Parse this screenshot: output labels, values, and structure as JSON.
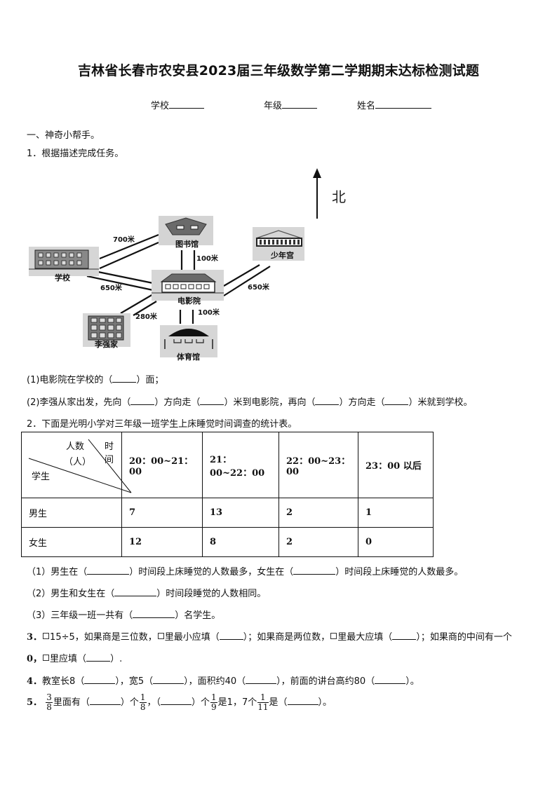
{
  "title": "吉林省长春市农安县2023届三年级数学第二学期期末达标检测试题",
  "info": {
    "school_label": "学校",
    "grade_label": "年级",
    "name_label": "姓名"
  },
  "section1": {
    "heading": "一、神奇小帮手。"
  },
  "q1": {
    "prompt": "1．根据描述完成任务。",
    "map": {
      "north_label": "北",
      "buildings": {
        "library": "图书馆",
        "youth_palace": "少年宫",
        "school": "学校",
        "cinema": "电影院",
        "liqiang_home": "李强家",
        "gym": "体育馆"
      },
      "distances": {
        "school_library": "700米",
        "library_cinema": "100米",
        "school_cinema": "650米",
        "cinema_youth_palace": "650米",
        "home_cinema": "280米",
        "cinema_gym": "100米"
      }
    },
    "sub1": {
      "a": "(1)电影院在学校的（",
      "b": "）面；"
    },
    "sub2": {
      "a": "(2)李强从家出发，先向（",
      "b": "）方向走（",
      "c": "）米到电影院，再向（",
      "d": "）方向走（",
      "e": "）米就到学校。"
    }
  },
  "q2": {
    "prompt": "2．下面是光明小学对三年级一班学生上床睡觉时间调查的统计表。",
    "table": {
      "header_corner": {
        "time": "时间",
        "count": "人数",
        "unit": "（人）",
        "student": "学生"
      },
      "columns": [
        "20：00~21：00",
        "21：00~22：00",
        "22：00~23：00",
        "23：00 以后"
      ],
      "rows": [
        {
          "label": "男生",
          "values": [
            "7",
            "13",
            "2",
            "1"
          ]
        },
        {
          "label": "女生",
          "values": [
            "12",
            "8",
            "2",
            "0"
          ]
        }
      ]
    },
    "sub1": {
      "a": "（1）男生在（",
      "b": "）时间段上床睡觉的人数最多，女生在（",
      "c": "）时间段上床睡觉的人数最多。"
    },
    "sub2": {
      "a": "（2）男生和女生在（",
      "b": "）时间段睡觉的人数相同。"
    },
    "sub3": {
      "a": "（3）三年级一班一共有（",
      "b": "）名学生。"
    }
  },
  "q3": {
    "num": "3．",
    "p1": "15÷5，如果商是三位数，",
    "p2": "里最小应填（",
    "p3": "）；如果商是两位数，",
    "p4": "里最大应填（",
    "p5": "）；如果商的中间有一个",
    "p6": "0，",
    "p7": "里应填（",
    "p8": "）."
  },
  "q4": {
    "num": "4．",
    "a": "教室长8（",
    "b": "），宽5（",
    "c": "），面积约40（",
    "d": "），前面的讲台高约80（",
    "e": "）。"
  },
  "q5": {
    "num": "5．",
    "f1": {
      "n": "3",
      "d": "8"
    },
    "a": "里面有（",
    "b": "）个",
    "f2": {
      "n": "1",
      "d": "8"
    },
    "c": "，（",
    "d": "）个",
    "f3": {
      "n": "1",
      "d": "9"
    },
    "e": "是1，7个",
    "f4": {
      "n": "1",
      "d": "11"
    },
    "g": "是（",
    "h": "）。"
  }
}
